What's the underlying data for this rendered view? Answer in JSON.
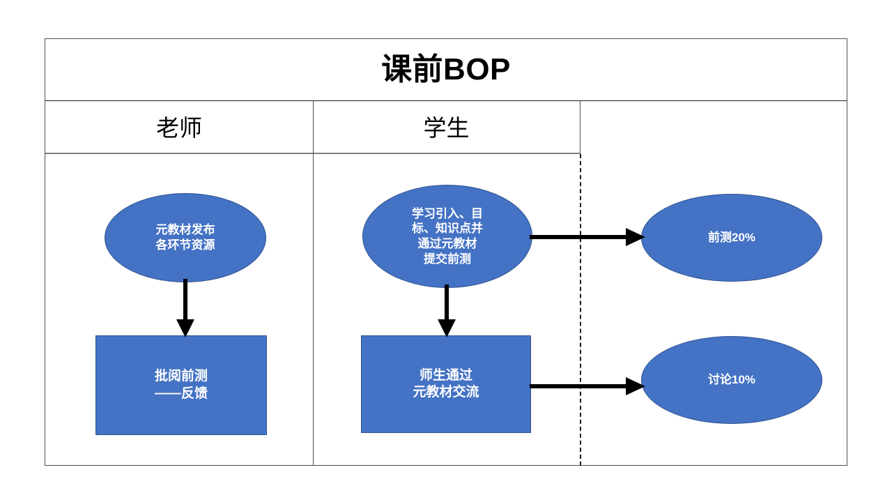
{
  "page": {
    "title": "课前BOP",
    "background": "#ffffff",
    "shape_fill": "#4472C4",
    "shape_border": "#2F528F",
    "shape_text_color": "#ffffff",
    "frame_border": "#4d4d4d",
    "arrow_color": "#000000"
  },
  "table": {
    "title_row": {
      "label": "课前BOP"
    },
    "columns": [
      {
        "id": "teacher",
        "header": "老师"
      },
      {
        "id": "student",
        "header": "学生"
      },
      {
        "id": "weights",
        "header": ""
      }
    ]
  },
  "nodes": {
    "teacher_ellipse": {
      "shape": "ellipse",
      "lines": [
        "元教材发布",
        "各环节资源"
      ]
    },
    "teacher_rect": {
      "shape": "rectangle",
      "lines": [
        "批阅前测",
        "——反馈"
      ]
    },
    "student_ellipse": {
      "shape": "ellipse",
      "lines": [
        "学习引入、目",
        "标、知识点并",
        "通过元教材",
        "提交前测"
      ]
    },
    "student_rect": {
      "shape": "rectangle",
      "lines": [
        "师生通过",
        "元教材交流"
      ]
    },
    "pretest_ellipse": {
      "shape": "ellipse",
      "lines": [
        "前测20%"
      ]
    },
    "discuss_ellipse": {
      "shape": "ellipse",
      "lines": [
        "讨论10%"
      ]
    }
  },
  "connectors": [
    {
      "id": "teacher-ellipse-to-rect",
      "type": "arrow-down",
      "from": "teacher_ellipse",
      "to": "teacher_rect"
    },
    {
      "id": "student-ellipse-to-rect",
      "type": "arrow-down",
      "from": "student_ellipse",
      "to": "student_rect"
    },
    {
      "id": "student-ellipse-to-pretest",
      "type": "arrow-right",
      "from": "student_ellipse",
      "to": "pretest_ellipse"
    },
    {
      "id": "student-rect-to-discuss",
      "type": "arrow-right",
      "from": "student_rect",
      "to": "discuss_ellipse"
    }
  ],
  "dividers": {
    "dashed_separator": "dashed-vertical-line"
  }
}
